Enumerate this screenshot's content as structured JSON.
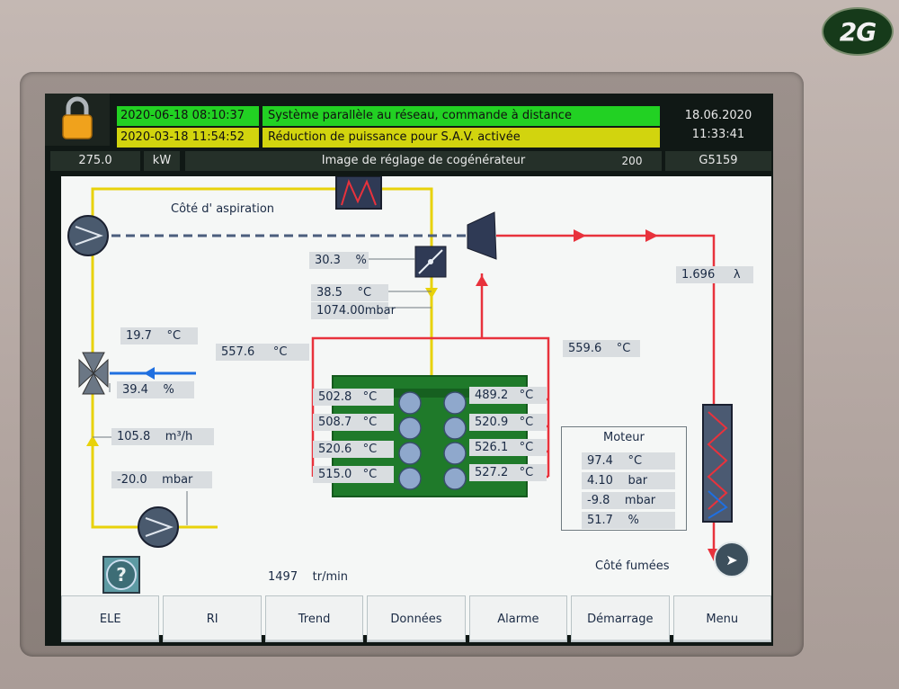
{
  "brand": {
    "logo": "2G"
  },
  "header": {
    "status": [
      {
        "date": "2020-06-18 08:10:37",
        "message": "Système parallèle au réseau, commande à distance",
        "color": "#22d123"
      },
      {
        "date": "2020-03-18 11:54:52",
        "message": "Réduction de puissance pour S.A.V. activée",
        "color": "#d2d40e"
      }
    ],
    "clock_date": "18.06.2020",
    "clock_time": "11:33:41",
    "power_value": "275.0",
    "power_unit": "kW",
    "screen_title": "Image de réglage de cogénérateur",
    "screen_number": "200",
    "unit_id": "G5159",
    "lock_icon": "padlock-icon"
  },
  "diagram": {
    "suction_side_label": "Côté d' aspiration",
    "exhaust_side_label": "Côté fumées",
    "throttle_position": {
      "value": "30.3",
      "unit": "%"
    },
    "mixture_temp": {
      "value": "38.5",
      "unit": "°C"
    },
    "mixture_pressure": {
      "value": "1074.00",
      "unit": "mbar"
    },
    "lambda": {
      "value": "1.696",
      "unit": "λ"
    },
    "exhaust_temp_left": {
      "value": "557.6",
      "unit": "°C"
    },
    "exhaust_temp_right": {
      "value": "559.6",
      "unit": "°C"
    },
    "gas_temp": {
      "value": "19.7",
      "unit": "°C"
    },
    "valve_position": {
      "value": "39.4",
      "unit": "%"
    },
    "gas_flow": {
      "value": "105.8",
      "unit": "m³/h"
    },
    "gas_pressure": {
      "value": "-20.0",
      "unit": "mbar"
    },
    "cylinders_left": [
      {
        "value": "502.8",
        "unit": "°C"
      },
      {
        "value": "508.7",
        "unit": "°C"
      },
      {
        "value": "520.6",
        "unit": "°C"
      },
      {
        "value": "515.0",
        "unit": "°C"
      }
    ],
    "cylinders_right": [
      {
        "value": "489.2",
        "unit": "°C"
      },
      {
        "value": "520.9",
        "unit": "°C"
      },
      {
        "value": "526.1",
        "unit": "°C"
      },
      {
        "value": "527.2",
        "unit": "°C"
      }
    ],
    "engine": {
      "title": "Moteur",
      "rows": [
        {
          "value": "97.4",
          "unit": "°C"
        },
        {
          "value": "4.10",
          "unit": "bar"
        },
        {
          "value": "-9.8",
          "unit": "mbar"
        },
        {
          "value": "51.7",
          "unit": "%"
        }
      ]
    },
    "speed": {
      "value": "1497",
      "unit": "tr/min"
    }
  },
  "nav": {
    "help": "?",
    "buttons": [
      "ELE",
      "RI",
      "Trend",
      "Données",
      "Alarme",
      "Démarrage",
      "Menu"
    ]
  },
  "colors": {
    "gas_line": "#e8d20a",
    "exhaust_line": "#e8323c",
    "suction_line": "#4b5e7d",
    "engine_block": "#1f7a2a"
  }
}
